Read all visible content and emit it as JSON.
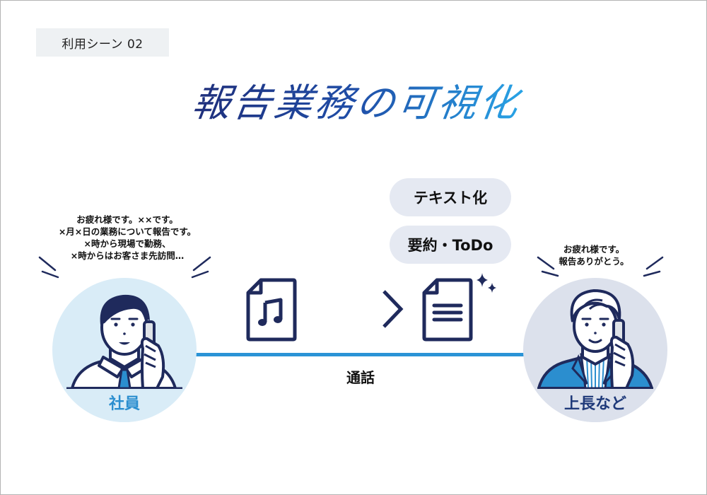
{
  "scene_label": "利用シーン 02",
  "title": "報告業務の可視化",
  "employee": {
    "speech": [
      "お疲れ様です。××です。",
      "×月×日の業務について報告です。",
      "×時から現場で勤務、",
      "×時からはお客さま先訪問…"
    ],
    "label": "社員"
  },
  "manager": {
    "speech": [
      "お疲れ様です。",
      "報告ありがとう。"
    ],
    "label": "上長など"
  },
  "process": {
    "features": [
      "テキスト化",
      "要約・ToDo"
    ],
    "audio_icon": "audio-file-icon",
    "arrow_icon": "arrow-right-icon",
    "document_icon": "text-document-icon",
    "sparkle_icon": "sparkle-icon"
  },
  "call_label": "通話",
  "colors": {
    "navy": "#1f2a5c",
    "accent_blue": "#2a93d6",
    "title_start": "#1f2e7a",
    "title_end": "#29a4e6",
    "employee_bg": "#d9ecf7",
    "manager_bg": "#dce1ec",
    "pill_bg": "#e5e9f2"
  }
}
